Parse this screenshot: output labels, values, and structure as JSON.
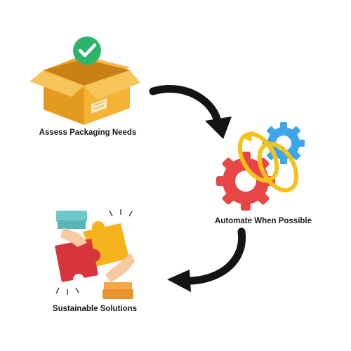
{
  "diagram": {
    "steps": [
      {
        "label": "Assess Packaging Needs",
        "icon": "package-check-icon"
      },
      {
        "label": "Automate When Possible",
        "icon": "gears-cycle-icon"
      },
      {
        "label": "Sustainable Solutions",
        "icon": "puzzle-handshake-icon"
      }
    ],
    "connectors": [
      {
        "from": 0,
        "to": 1,
        "icon": "curved-arrow-right-icon"
      },
      {
        "from": 1,
        "to": 2,
        "icon": "curved-arrow-left-icon"
      }
    ]
  },
  "colors": {
    "box_orange": "#F5B335",
    "box_dark": "#E29A1F",
    "check_green": "#2CB46A",
    "gear_red": "#E84547",
    "gear_blue": "#3EA6E8",
    "ring_yellow": "#F4C21B",
    "puzzle_red": "#D8343E",
    "puzzle_yellow": "#F6B21C",
    "sleeve_teal": "#6FC8C9",
    "arrow_black": "#141414"
  }
}
